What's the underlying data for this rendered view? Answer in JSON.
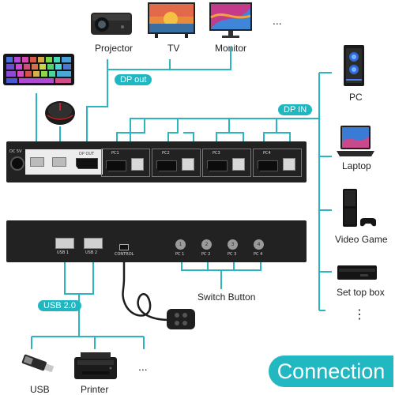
{
  "top_devices": {
    "projector": "Projector",
    "tv": "TV",
    "monitor": "Monitor",
    "more": "..."
  },
  "tags": {
    "dp_out": "DP out",
    "dp_in": "DP IN",
    "usb": "USB 2.0"
  },
  "front_panel": {
    "dc": "DC 5V",
    "dp_out_port": "DP OUT",
    "pc_ports": [
      "PC1",
      "PC2",
      "PC3",
      "PC4"
    ]
  },
  "back_panel": {
    "usb_ports": [
      "USB 1",
      "USB 2"
    ],
    "control": "CONTROL",
    "pc_buttons": [
      "PC 1",
      "PC 2",
      "PC 3",
      "PC 4"
    ],
    "button_digits": [
      "1",
      "2",
      "3",
      "4"
    ]
  },
  "switch_button": "Switch Button",
  "right_devices": [
    "PC",
    "Laptop",
    "Video Game",
    "Set top box"
  ],
  "right_more": "⋮",
  "bottom_devices": {
    "usb": "USB",
    "printer": "Printer",
    "more": "..."
  },
  "footer_label": "Connection",
  "colors": {
    "accent": "#1fb8c2",
    "line": "#2bb5c0",
    "device": "#1c1c1c"
  }
}
